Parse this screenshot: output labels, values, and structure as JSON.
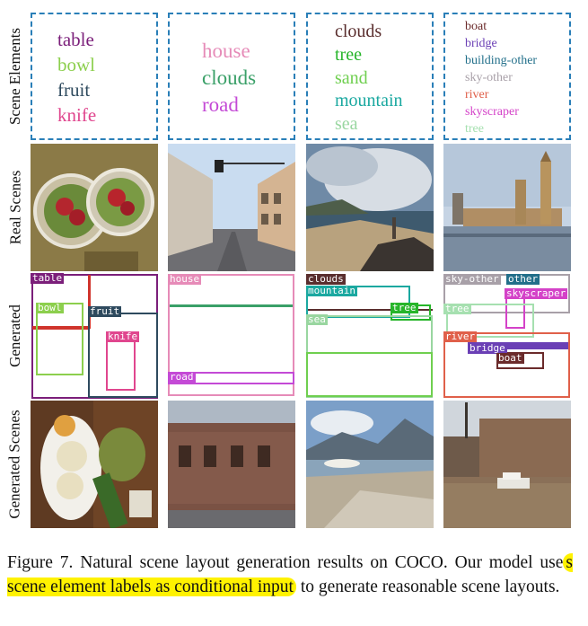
{
  "row_labels": {
    "elements": "Scene Elements",
    "real": "Real Scenes",
    "generated": "Generated",
    "generated_scenes": "Generated Scenes"
  },
  "scene_elements": [
    [
      {
        "text": "table",
        "color": "#7b1f7a"
      },
      {
        "text": "bowl",
        "color": "#8ccf4d"
      },
      {
        "text": "fruit",
        "color": "#2e4a5e"
      },
      {
        "text": "knife",
        "color": "#e0468e"
      }
    ],
    [
      {
        "text": "house",
        "color": "#e68bb8"
      },
      {
        "text": "clouds",
        "color": "#3aa068"
      },
      {
        "text": "road",
        "color": "#c44ad6"
      }
    ],
    [
      {
        "text": "clouds",
        "color": "#5a2e2e"
      },
      {
        "text": "tree",
        "color": "#27b52a"
      },
      {
        "text": "sand",
        "color": "#6fcf4f"
      },
      {
        "text": "mountain",
        "color": "#1aa8a0"
      },
      {
        "text": "sea",
        "color": "#99d6a0"
      }
    ],
    [
      {
        "text": "boat",
        "color": "#6b2b2b"
      },
      {
        "text": "bridge",
        "color": "#6a3fb5"
      },
      {
        "text": "building-other",
        "color": "#226f8a"
      },
      {
        "text": "sky-other",
        "color": "#a8a0a8"
      },
      {
        "text": "river",
        "color": "#e0604a"
      },
      {
        "text": "skyscraper",
        "color": "#d442c8"
      },
      {
        "text": "tree",
        "color": "#a6e0b0"
      }
    ]
  ],
  "layouts": [
    [
      {
        "label": "table",
        "color": "#7b1f7a"
      },
      {
        "label": "bowl",
        "color": "#8ccf4d"
      },
      {
        "label": "fruit",
        "color": "#2e4a5e"
      },
      {
        "label": "knife",
        "color": "#e0468e"
      },
      {
        "label": "",
        "color": "#d0342c"
      }
    ],
    [
      {
        "label": "house",
        "color": "#e68bb8"
      },
      {
        "label": "",
        "color": "#3aa068"
      },
      {
        "label": "road",
        "color": "#c44ad6"
      }
    ],
    [
      {
        "label": "clouds",
        "color": "#5a2e2e"
      },
      {
        "label": "mountain",
        "color": "#1aa8a0"
      },
      {
        "label": "tree",
        "color": "#27b52a"
      },
      {
        "label": "sea",
        "color": "#99d6a0"
      },
      {
        "label": "",
        "color": "#6fcf4f"
      }
    ],
    [
      {
        "label": "sky-other",
        "color": "#a8a0a8"
      },
      {
        "label": "other",
        "color": "#226f8a"
      },
      {
        "label": "skyscraper",
        "color": "#d442c8"
      },
      {
        "label": "tree",
        "color": "#a6e0b0"
      },
      {
        "label": "river",
        "color": "#e0604a"
      },
      {
        "label": "bridge",
        "color": "#6a3fb5"
      },
      {
        "label": "boat",
        "color": "#6b2b2b"
      }
    ]
  ],
  "caption": {
    "before": "Figure 7.  Natural scene layout generation results on COCO. Our model use",
    "highlight": "s scene element labels as conditional input",
    "after": " to generate reasonable scene layouts."
  }
}
